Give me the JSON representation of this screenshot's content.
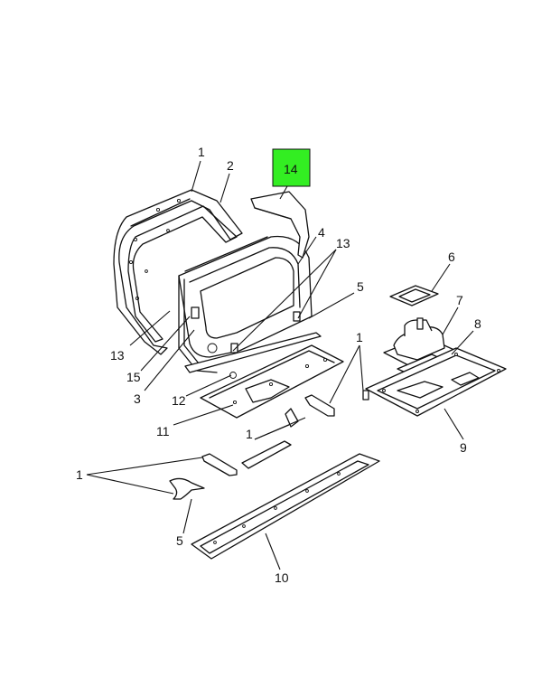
{
  "diagram": {
    "highlight_color": "#33ee22",
    "callouts": {
      "c1a": "1",
      "c2": "2",
      "c14": "14",
      "c4": "4",
      "c13a": "13",
      "c6": "6",
      "c5a": "5",
      "c7": "7",
      "c1b": "1",
      "c8": "8",
      "c13b": "13",
      "c15": "15",
      "c3": "3",
      "c12": "12",
      "c11": "11",
      "c1c": "1",
      "c9": "9",
      "c1d": "1",
      "c5b": "5",
      "c10": "10"
    }
  }
}
